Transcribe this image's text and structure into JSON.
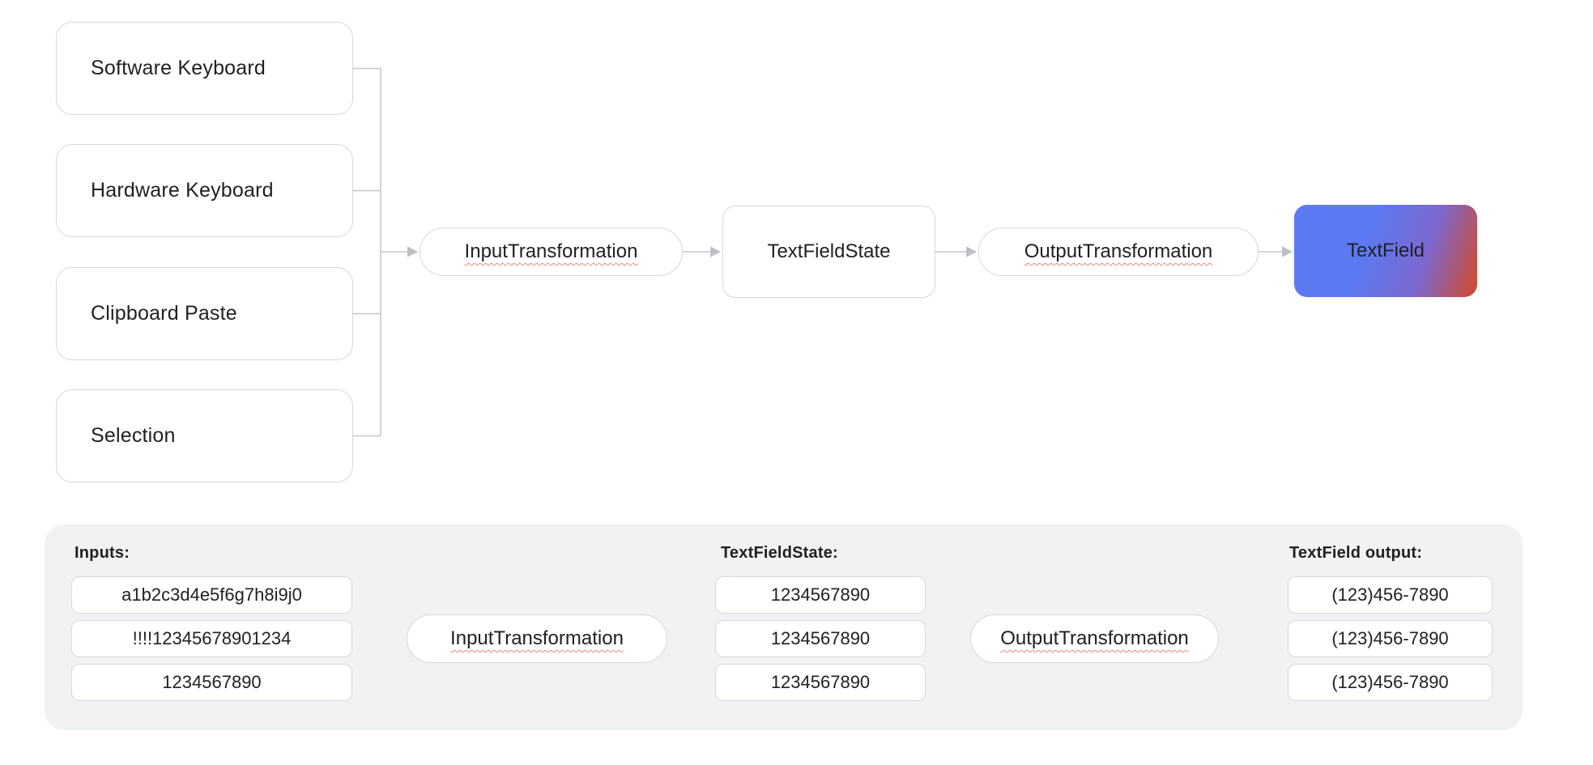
{
  "colors": {
    "connector_line": "#C2C5CA",
    "arrowhead": "#BDC1C6",
    "box_border": "#D5D8DC",
    "panel_background": "#F0F2F4",
    "text": "#202124",
    "spellcheck_squiggle": "#E2887C",
    "textfield_gradient_blue": "#5C7AF1",
    "textfield_gradient_red": "#C94E3C"
  },
  "top_diagram": {
    "sources": [
      "Software Keyboard",
      "Hardware Keyboard",
      "Clipboard Paste",
      "Selection"
    ],
    "input_transformation": "InputTransformation",
    "text_field_state": "TextFieldState",
    "output_transformation": "OutputTransformation",
    "text_field": "TextField"
  },
  "example_panel": {
    "inputs_heading": "Inputs:",
    "inputs": [
      "a1b2c3d4e5f6g7h8i9j0",
      "!!!!12345678901234",
      "1234567890"
    ],
    "input_transformation": "InputTransformation",
    "state_heading": "TextFieldState:",
    "states": [
      "1234567890",
      "1234567890",
      "1234567890"
    ],
    "output_transformation": "OutputTransformation",
    "outputs_heading": "TextField output:",
    "outputs": [
      "(123)456-7890",
      "(123)456-7890",
      "(123)456-7890"
    ]
  }
}
